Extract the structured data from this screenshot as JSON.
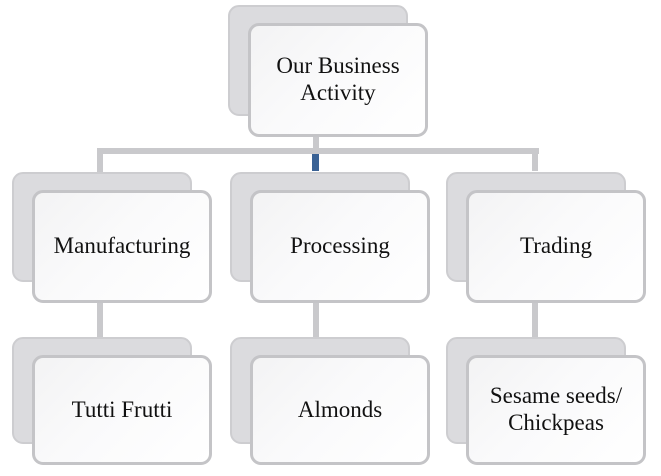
{
  "diagram": {
    "root": {
      "label": "Our Business Activity"
    },
    "activities": [
      {
        "label": "Manufacturing"
      },
      {
        "label": "Processing"
      },
      {
        "label": "Trading"
      }
    ],
    "products": [
      {
        "label": "Tutti Frutti"
      },
      {
        "label": "Almonds"
      },
      {
        "label": "Sesame seeds/\nChickpeas"
      }
    ],
    "colors": {
      "connector": "#C9C9CC",
      "connector_accent": "#3A6295",
      "card_border": "#C4C4C7",
      "card_shadow_fill": "#DBDBDE",
      "text": "#111111",
      "background": "#FFFFFF"
    }
  }
}
